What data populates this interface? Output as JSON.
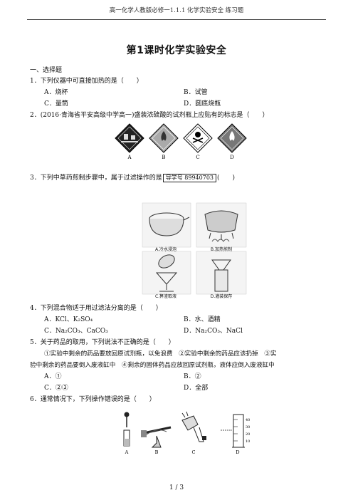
{
  "header": {
    "text": "高一化学人教版必修一1.1.1 化学实验安全 练习题"
  },
  "title": "第1课时化学实验安全",
  "section": "一、选择题",
  "questions": {
    "q1": {
      "stem": "1．下列仪器中可直接加热的是（　　）",
      "a": "A．烧杯",
      "b": "B．试管",
      "c": "C．量筒",
      "d": "D．圆底烧瓶"
    },
    "q2": {
      "stem": "2．(2016·青海省平安高级中学高一)盛装浓硫酸的试剂瓶上应贴有的标志是（　　）",
      "labels": [
        "A",
        "B",
        "C",
        "D"
      ]
    },
    "q3": {
      "stem": "3．下列中草药煎制步骤中，属于过滤操作的是",
      "guide": "导学号 89940703",
      "stem_end": "(　　)",
      "captions": [
        "A.冷水浸泡",
        "B.加热煎制",
        "C.箅渣取液",
        "D.灌装保存"
      ]
    },
    "q4": {
      "stem": "4．下列混合物适于用过滤法分离的是（　　）",
      "a": "A．KCl、K₂SO₄",
      "b": "B．水、酒精",
      "c": "C．Na₂CO₃、CaCO₃",
      "d": "D．Na₂CO₃、NaCl"
    },
    "q5": {
      "stem": "5．关于药品的取用，下列说法不正确的是（　　）",
      "line1": "①实验中剩余的药品要放回原试剂瓶，以免浪费　②实验中剩余的药品应该扔掉　③实",
      "line2": "验中剩余的药品要倒入废液缸中　④剩余的固体药品应放回原试剂瓶，液体应倒入废液缸中",
      "a": "A．①",
      "b": "B．②",
      "c": "C．②③",
      "d": "D．全部"
    },
    "q6": {
      "stem": "6．通常情况下，下列操作错误的是（　　）",
      "labels": [
        "A",
        "B",
        "C",
        "D"
      ],
      "cyl_ticks": [
        "40",
        "30",
        "20",
        "10"
      ]
    }
  },
  "footer": "1 / 3"
}
